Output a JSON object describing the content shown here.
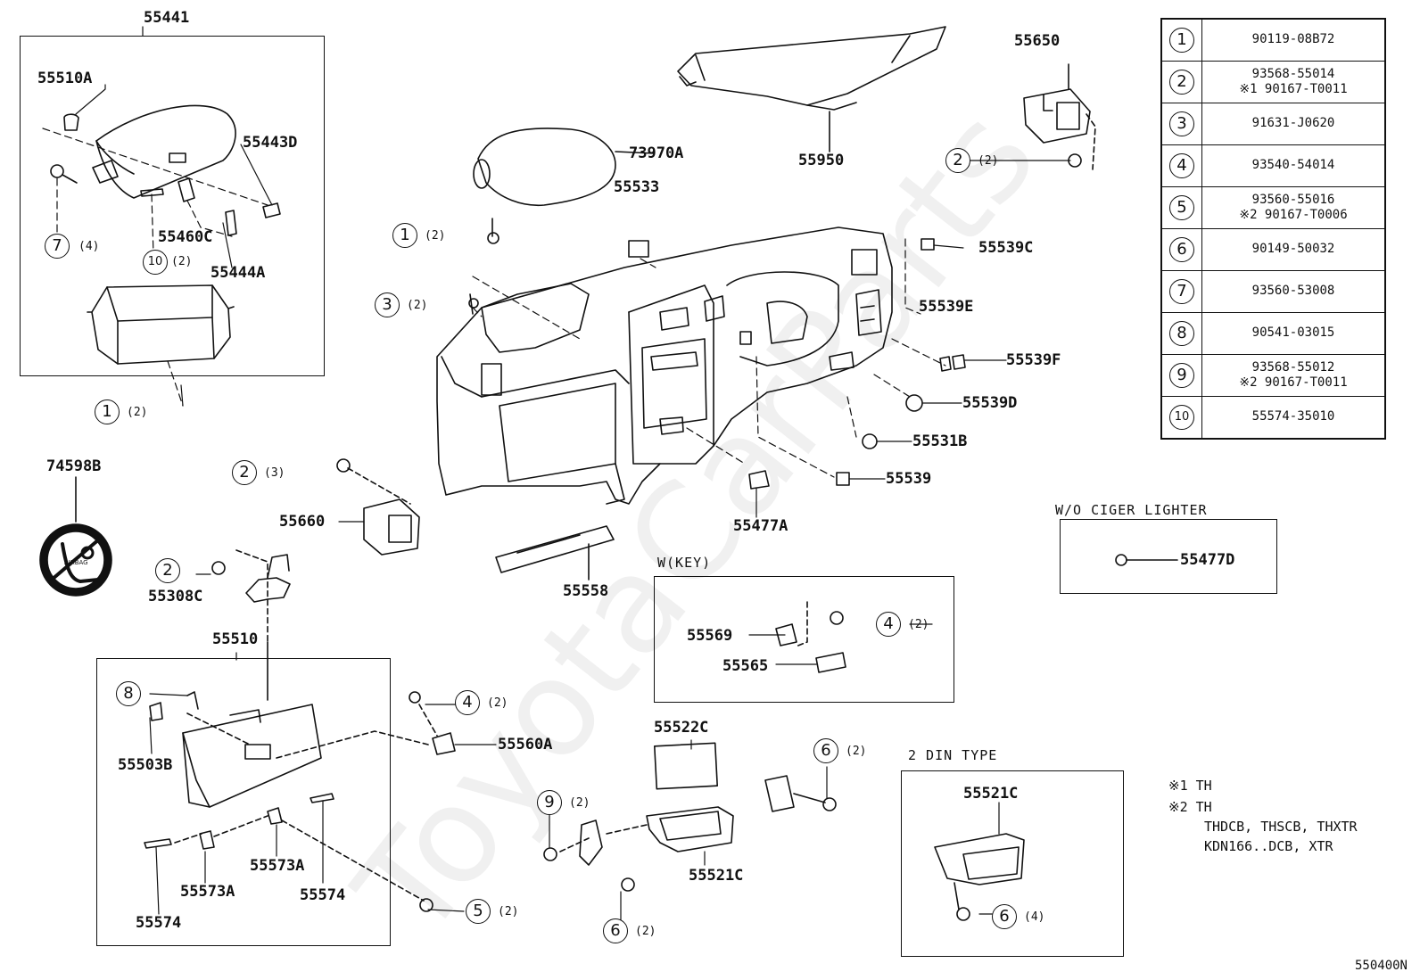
{
  "watermark": "ToyotaCarParts",
  "diagram_code": "550400N",
  "ref_table": [
    {
      "key": "1",
      "lines": [
        "90119-08B72"
      ]
    },
    {
      "key": "2",
      "lines": [
        "93568-55014",
        "※1 90167-T0011"
      ]
    },
    {
      "key": "3",
      "lines": [
        "91631-J0620"
      ]
    },
    {
      "key": "4",
      "lines": [
        "93540-54014"
      ]
    },
    {
      "key": "5",
      "lines": [
        "93560-55016",
        "※2 90167-T0006"
      ]
    },
    {
      "key": "6",
      "lines": [
        "90149-50032"
      ]
    },
    {
      "key": "7",
      "lines": [
        "93560-53008"
      ]
    },
    {
      "key": "8",
      "lines": [
        "90541-03015"
      ]
    },
    {
      "key": "9",
      "lines": [
        "93568-55012",
        "※2 90167-T0011"
      ]
    },
    {
      "key": "10",
      "lines": [
        "55574-35010"
      ]
    }
  ],
  "boxes": {
    "w_o_ciger": "W/O CIGER LIGHTER",
    "w_key": "W(KEY)",
    "din2": "2 DIN TYPE"
  },
  "notes": {
    "n1": "※1 TH",
    "n2": "※2 TH",
    "n2_models_1": "THDCB, THSCB, THXTR",
    "n2_models_2": "KDN166..DCB, XTR"
  },
  "parts": {
    "p55441": "55441",
    "p55510A": "55510A",
    "p55443D": "55443D",
    "p55460C": "55460C",
    "p55444A": "55444A",
    "p73970A": "73970A",
    "p55533": "55533",
    "p55950": "55950",
    "p55650": "55650",
    "p55539C": "55539C",
    "p55539E": "55539E",
    "p55539F": "55539F",
    "p55539D": "55539D",
    "p55531B": "55531B",
    "p55539": "55539",
    "p55477A": "55477A",
    "p55558": "55558",
    "p55660": "55660",
    "p74598B": "74598B",
    "p55308C": "55308C",
    "p55510": "55510",
    "p55503B": "55503B",
    "p55560A": "55560A",
    "p55573A_a": "55573A",
    "p55573A_b": "55573A",
    "p55574_a": "55574",
    "p55574_b": "55574",
    "p55569": "55569",
    "p55565": "55565",
    "p55477D": "55477D",
    "p55522C": "55522C",
    "p55521C_a": "55521C",
    "p55521C_b": "55521C"
  },
  "callouts": {
    "c7": {
      "n": "7",
      "q": "(4)"
    },
    "c10": {
      "n": "10",
      "q": "(2)"
    },
    "c1a": {
      "n": "1",
      "q": "(2)"
    },
    "c1b": {
      "n": "1",
      "q": "(2)"
    },
    "c3": {
      "n": "3",
      "q": "(2)"
    },
    "c2a": {
      "n": "2",
      "q": "(2)"
    },
    "c2b": {
      "n": "2",
      "q": "(3)"
    },
    "c2c": {
      "n": "2",
      "q": ""
    },
    "c8": {
      "n": "8",
      "q": ""
    },
    "c4a": {
      "n": "4",
      "q": "(2)"
    },
    "c4b": {
      "n": "4",
      "q": "(2)"
    },
    "c5": {
      "n": "5",
      "q": "(2)"
    },
    "c9": {
      "n": "9",
      "q": "(2)"
    },
    "c6a": {
      "n": "6",
      "q": "(2)"
    },
    "c6b": {
      "n": "6",
      "q": "(2)"
    },
    "c6c": {
      "n": "6",
      "q": "(4)"
    }
  },
  "airbag_text": "AIRBAG"
}
